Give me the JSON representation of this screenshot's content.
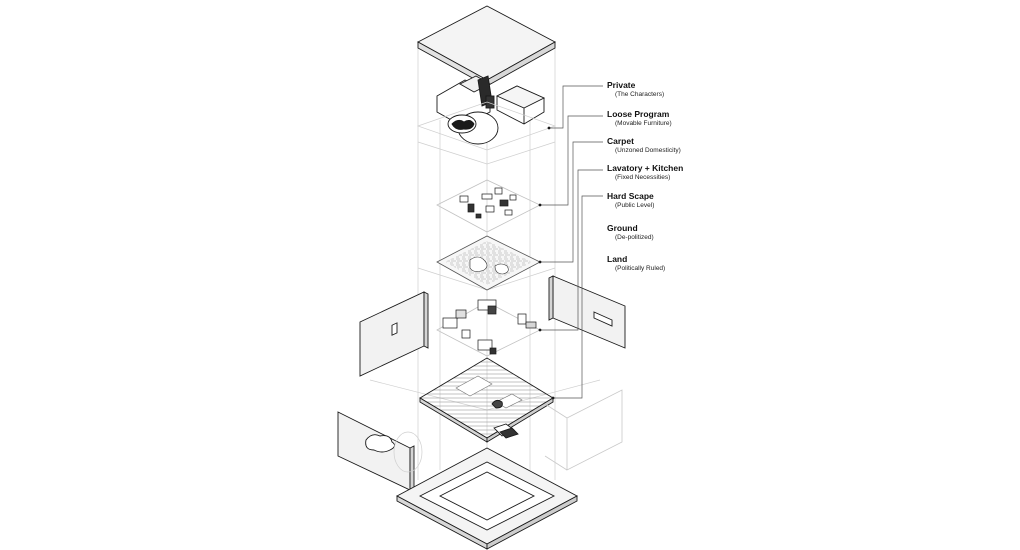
{
  "legend": [
    {
      "title": "Private",
      "subtitle": "(The Characters)"
    },
    {
      "title": "Loose Program",
      "subtitle": "(Movable Furniture)"
    },
    {
      "title": "Carpet",
      "subtitle": "(Unzoned Domesticity)"
    },
    {
      "title": "Lavatory + Kitchen",
      "subtitle": "(Fixed Necessities)"
    },
    {
      "title": "Hard Scape",
      "subtitle": "(Public Level)"
    },
    {
      "title": "Ground",
      "subtitle": "(De-politized)"
    },
    {
      "title": "Land",
      "subtitle": "(Politically Ruled)"
    }
  ],
  "colors": {
    "line": "#1a1a1a",
    "faint": "#c9c9c9",
    "panel": "#f2f2f2",
    "slab": "#ededed",
    "hatch": "#bdbdbd"
  }
}
